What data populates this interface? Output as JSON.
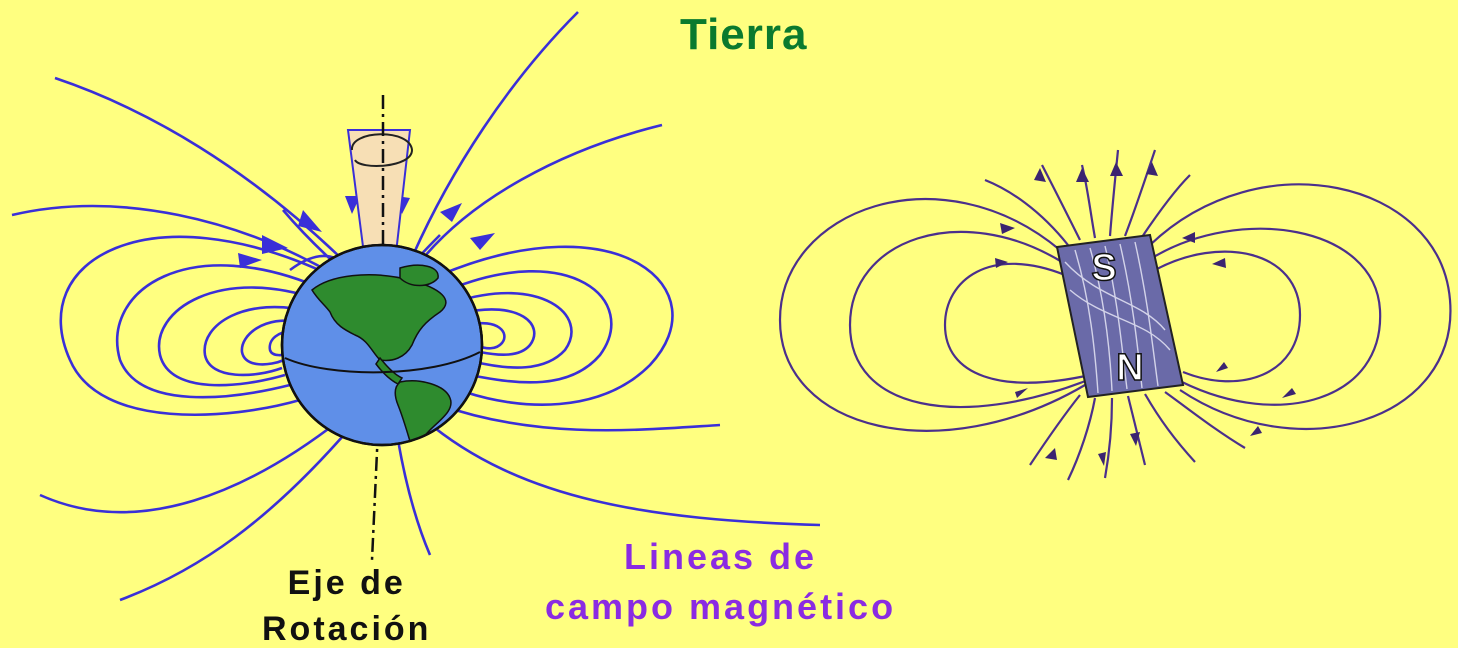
{
  "title": "Tierra",
  "axis_label": {
    "line1": "Eje de",
    "line2": "Rotación"
  },
  "field_label": {
    "line1": "Lineas de",
    "line2": "campo magnético"
  },
  "magnet": {
    "south": "S",
    "north": "N"
  },
  "colors": {
    "background": "#ffff80",
    "earth_field_lines": "#3a2fd8",
    "magnet_field_lines": "#4b2f8c",
    "title": "#0a7a2e",
    "field_label": "#8a2be2",
    "ocean": "#5f8fe8",
    "land": "#2e8b2e"
  }
}
